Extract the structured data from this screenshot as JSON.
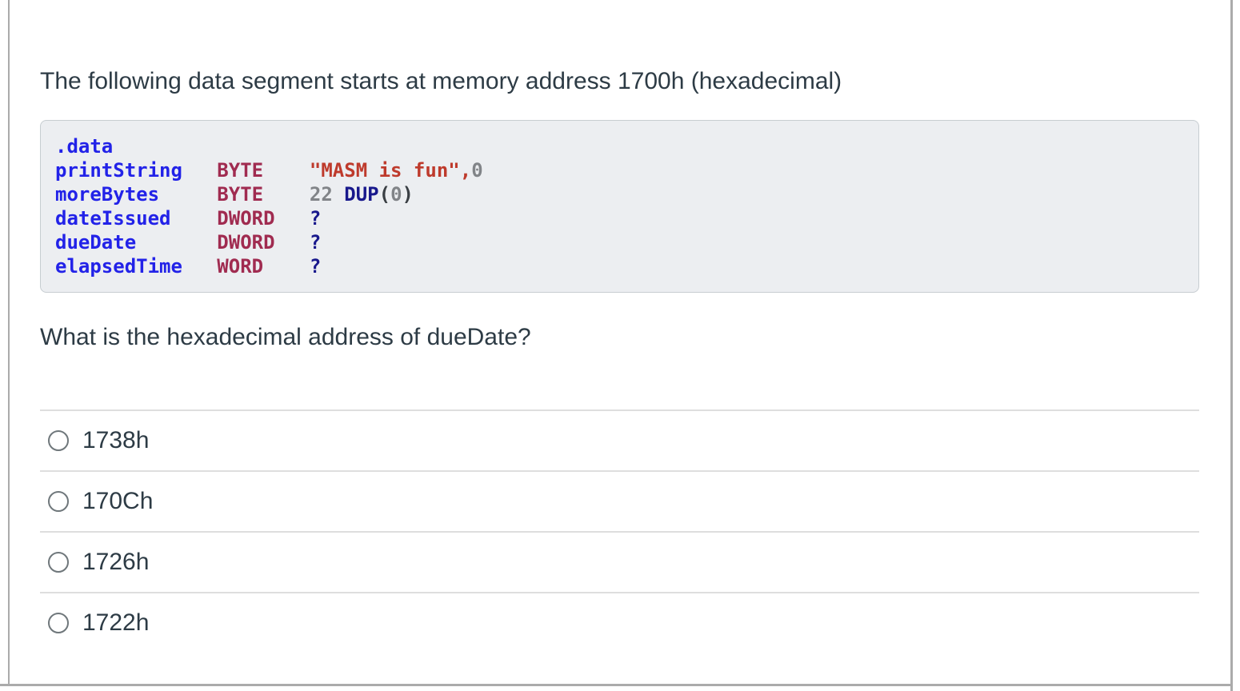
{
  "colors": {
    "text": "#2D3B45",
    "frame_border": "#ABABAB",
    "code_bg": "#ECEEF1",
    "code_border": "#C7CDD1",
    "divider": "#DEDEDE",
    "radio_border": "#6F777B",
    "syntax": {
      "identifier": "#2222E8",
      "type": "#A02B50",
      "string": "#BE3A2C",
      "number": "#818488",
      "operator": "#18188C",
      "punctuation": "#3A3F44"
    }
  },
  "question": {
    "prompt": "The following data segment starts at memory address 1700h (hexadecimal)",
    "text": "What is the hexadecimal address of dueDate?",
    "options": [
      {
        "label": "1738h",
        "selected": false
      },
      {
        "label": "170Ch",
        "selected": false
      },
      {
        "label": "1726h",
        "selected": false
      },
      {
        "label": "1722h",
        "selected": false
      }
    ]
  },
  "code": {
    "language": "masm-assembly",
    "lines": [
      [
        {
          "t": ".data",
          "c": "identifier"
        }
      ],
      [
        {
          "t": "printString   ",
          "c": "identifier"
        },
        {
          "t": "BYTE    ",
          "c": "type"
        },
        {
          "t": "\"MASM is fun\",",
          "c": "string"
        },
        {
          "t": "0",
          "c": "number"
        }
      ],
      [
        {
          "t": "moreBytes     ",
          "c": "identifier"
        },
        {
          "t": "BYTE    ",
          "c": "type"
        },
        {
          "t": "22 ",
          "c": "number"
        },
        {
          "t": "DUP",
          "c": "operator"
        },
        {
          "t": "(",
          "c": "punctuation"
        },
        {
          "t": "0",
          "c": "number"
        },
        {
          "t": ")",
          "c": "punctuation"
        }
      ],
      [
        {
          "t": "dateIssued    ",
          "c": "identifier"
        },
        {
          "t": "DWORD   ",
          "c": "type"
        },
        {
          "t": "?",
          "c": "operator"
        }
      ],
      [
        {
          "t": "dueDate       ",
          "c": "identifier"
        },
        {
          "t": "DWORD   ",
          "c": "type"
        },
        {
          "t": "?",
          "c": "operator"
        }
      ],
      [
        {
          "t": "elapsedTime   ",
          "c": "identifier"
        },
        {
          "t": "WORD    ",
          "c": "type"
        },
        {
          "t": "?",
          "c": "operator"
        }
      ]
    ]
  }
}
